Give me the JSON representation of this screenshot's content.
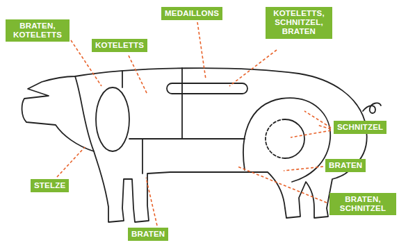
{
  "diagram": {
    "nodes": [
      {
        "text": [
          "BRATEN, KOTELETTS"
        ]
      },
      {
        "text": [
          "KOTELETTS"
        ]
      },
      {
        "text": [
          "MEDAILLONS"
        ]
      },
      {
        "text": [
          "KOTELETTS, SCHNITZEL, BRATEN"
        ]
      },
      {
        "text": [
          "SCHNITZEL"
        ]
      },
      {
        "text": [
          "BRATEN"
        ]
      },
      {
        "text": [
          "BRATEN, SCHNITZEL"
        ]
      },
      {
        "text": [
          "STELZE"
        ]
      },
      {
        "text": [
          "BRATEN"
        ]
      }
    ]
  }
}
